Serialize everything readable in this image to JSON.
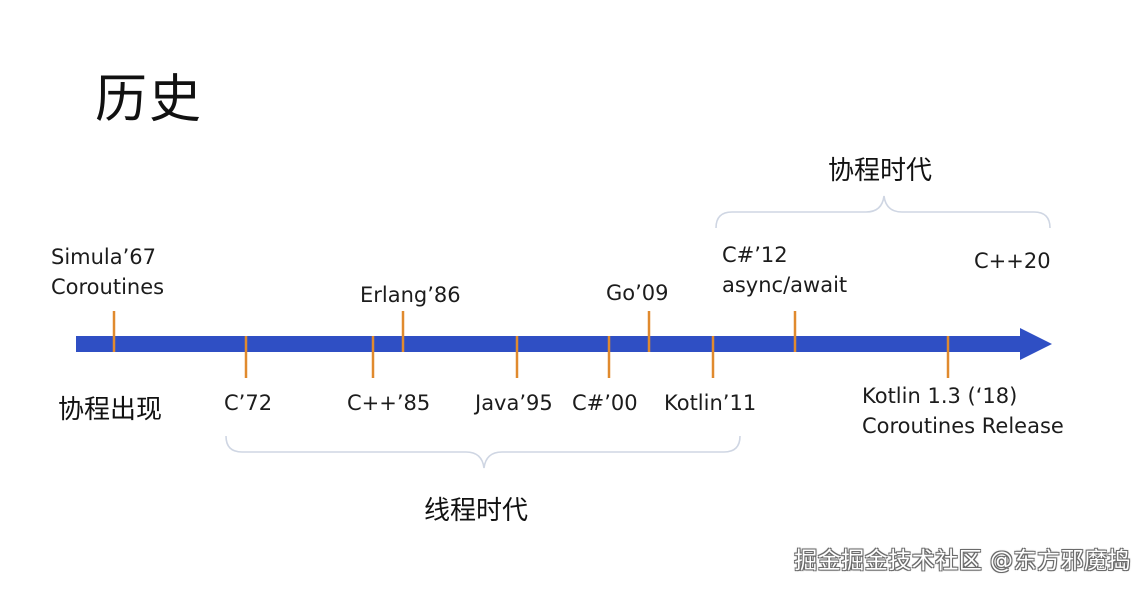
{
  "title": "历史",
  "eras": {
    "coroutine_era": "协程时代",
    "thread_era": "线程时代",
    "coroutines_appear": "协程出现"
  },
  "events_above": [
    {
      "lines": [
        "Simula’67",
        "Coroutines"
      ]
    },
    {
      "lines": [
        "Erlang’86"
      ]
    },
    {
      "lines": [
        "Go’09"
      ]
    },
    {
      "lines": [
        "C#’12",
        "async/await"
      ]
    },
    {
      "lines": [
        "C++20"
      ]
    }
  ],
  "events_below": [
    {
      "lines": [
        "C’72"
      ]
    },
    {
      "lines": [
        "C++’85"
      ]
    },
    {
      "lines": [
        "Java’95"
      ]
    },
    {
      "lines": [
        "C#’00"
      ]
    },
    {
      "lines": [
        "Kotlin’11"
      ]
    },
    {
      "lines": [
        "Kotlin 1.3 (‘18)",
        "Coroutines Release"
      ]
    }
  ],
  "watermark": "掘金掘金技术社区 @东方邪魔捣",
  "colors": {
    "axis": "#2f4fc4",
    "tick": "#e08a2e",
    "brace": "#cfd6e3"
  }
}
